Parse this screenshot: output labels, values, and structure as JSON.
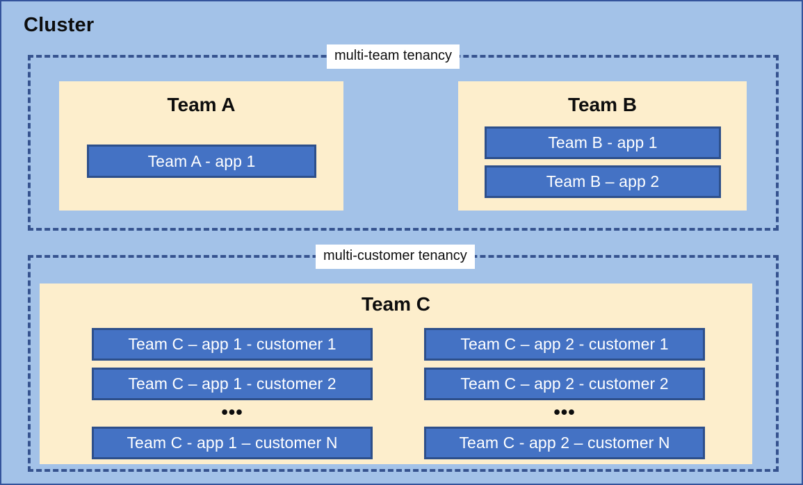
{
  "diagram": {
    "title": "Cluster",
    "colors": {
      "canvas_background": "#a3c2e8",
      "outer_border": "#34539b",
      "group_border": "#36538f",
      "team_box_fill": "#fdeecc",
      "app_box_fill": "#4472c4",
      "app_box_border": "#2d4f8b",
      "app_text": "#ffffff",
      "label_background": "#ffffff",
      "text": "#0d0d0d"
    },
    "groups": [
      {
        "id": "multi-team",
        "label": "multi-team tenancy",
        "teams": [
          {
            "id": "team-a",
            "title": "Team A",
            "apps": [
              {
                "label": "Team A - app 1"
              }
            ]
          },
          {
            "id": "team-b",
            "title": "Team B",
            "apps": [
              {
                "label": "Team B - app 1"
              },
              {
                "label": "Team B – app 2"
              }
            ]
          }
        ]
      },
      {
        "id": "multi-customer",
        "label": "multi-customer tenancy",
        "teams": [
          {
            "id": "team-c",
            "title": "Team C",
            "columns": [
              {
                "id": "app-1",
                "apps": [
                  {
                    "label": "Team C – app 1 - customer 1"
                  },
                  {
                    "label": "Team C – app 1 - customer 2"
                  },
                  {
                    "label": "Team C - app 1 – customer N"
                  }
                ],
                "ellipsis": "•••"
              },
              {
                "id": "app-2",
                "apps": [
                  {
                    "label": "Team C – app 2 - customer 1"
                  },
                  {
                    "label": "Team C – app 2 - customer 2"
                  },
                  {
                    "label": "Team C - app 2 – customer N"
                  }
                ],
                "ellipsis": "•••"
              }
            ]
          }
        ]
      }
    ]
  }
}
